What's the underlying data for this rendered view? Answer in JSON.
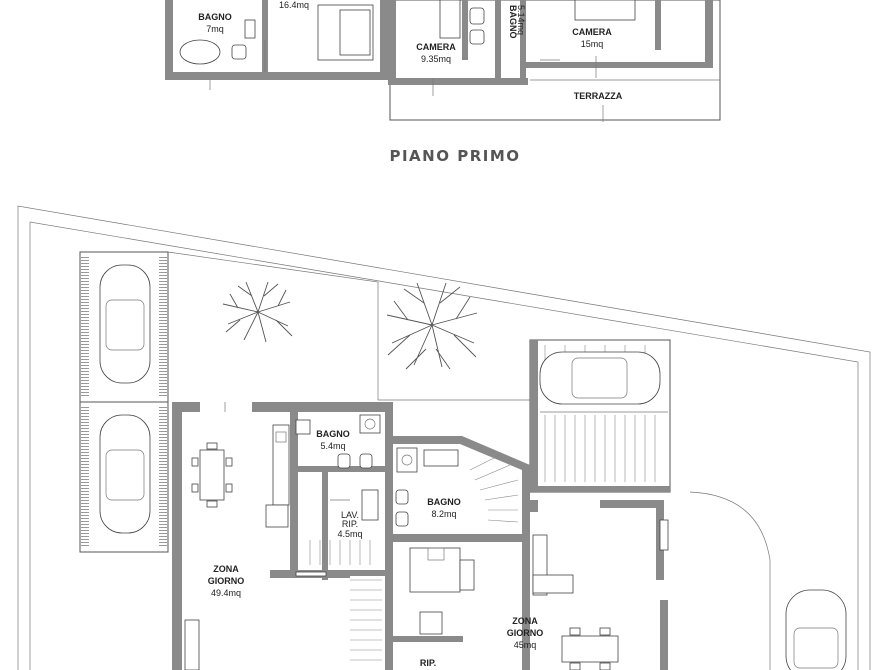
{
  "title": "PIANO PRIMO",
  "upper_floor": {
    "rooms": [
      {
        "name": "BAGNO",
        "area": "7mq"
      },
      {
        "name": "",
        "area": "16.4mq"
      },
      {
        "name": "CAMERA",
        "area": "9.35mq"
      },
      {
        "name": "BAGNO",
        "area": "5.14mq"
      },
      {
        "name": "CAMERA",
        "area": "15mq"
      },
      {
        "name": "TERRAZZA",
        "area": ""
      }
    ]
  },
  "ground_floor": {
    "rooms": [
      {
        "name": "BAGNO",
        "area": "5.4mq"
      },
      {
        "name": "BAGNO",
        "area": "8.2mq"
      },
      {
        "name": "LAV.",
        "name2": "RIP.",
        "area": "4.5mq"
      },
      {
        "name": "ZONA",
        "name2": "GIORNO",
        "area": "49.4mq"
      },
      {
        "name": "ZONA",
        "name2": "GIORNO",
        "area": "45mq"
      },
      {
        "name": "RIP.",
        "area": ""
      }
    ]
  }
}
